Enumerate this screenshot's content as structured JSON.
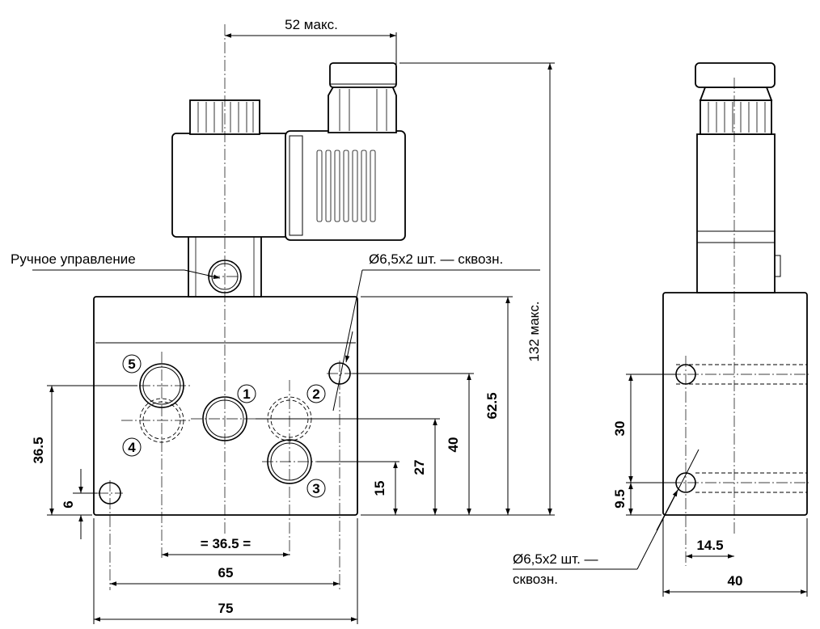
{
  "labels": {
    "width_max": "52 макс.",
    "manual_control": "Ручное управление",
    "holes_top": "Ø6,5x2 шт. — сквозн.",
    "height_max": "132 макс.",
    "holes_bottom_line1": "Ø6,5x2 шт. —",
    "holes_bottom_line2": "сквозн."
  },
  "dimensions": {
    "d_36_5_center": "= 36.5 =",
    "d_65": "65",
    "d_75": "75",
    "d_36_5": "36.5",
    "d_6": "6",
    "d_15": "15",
    "d_27": "27",
    "d_40_v": "40",
    "d_62_5": "62.5",
    "d_30": "30",
    "d_9_5": "9.5",
    "d_14_5": "14.5",
    "d_40_h": "40"
  },
  "ports": [
    "1",
    "2",
    "3",
    "4",
    "5"
  ]
}
